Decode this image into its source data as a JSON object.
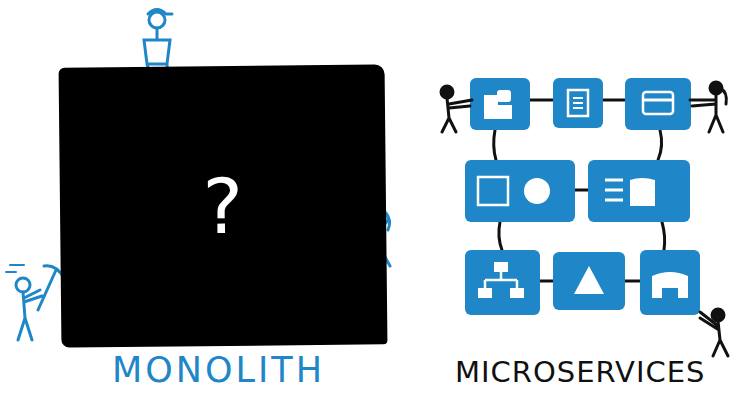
{
  "diagram": {
    "nodes": [
      {
        "text": [
          "?"
        ]
      }
    ],
    "labels": [
      "MONOLITH",
      "MICROSERVICES"
    ]
  }
}
